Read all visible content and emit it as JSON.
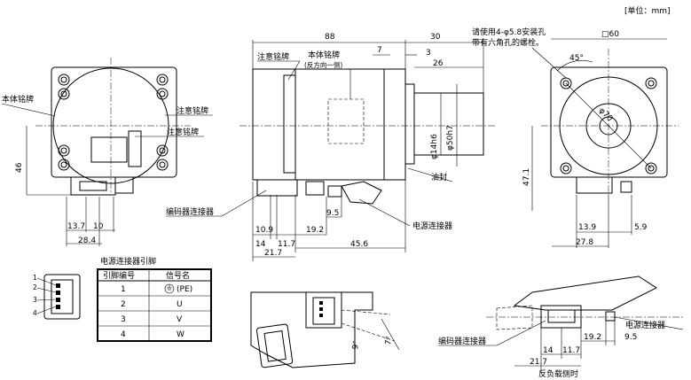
{
  "unit_note": "[单位：mm]",
  "front_view": {
    "labels": {
      "body_nameplate": "本体铭牌",
      "caution_plate_1": "注意铭牌",
      "caution_plate_2": "注意铭牌"
    },
    "dims": {
      "height": "46",
      "d1": "13.7",
      "d2": "10",
      "d3": "28.4"
    }
  },
  "side_view": {
    "labels": {
      "caution_plate": "注意铭牌",
      "body_nameplate": "本体铭牌",
      "opposite_side": "(反方向一侧)",
      "oil_seal": "油封",
      "encoder_connector": "编码器连接器",
      "power_connector": "电源连接器"
    },
    "dims": {
      "length": "88",
      "flange": "30",
      "d7": "7",
      "d3": "3",
      "shaft": "26",
      "dia_spigot": "φ50h7",
      "dia_shaft": "φ14h6",
      "b1": "10.9",
      "b2": "14",
      "b3": "11.7",
      "b4": "21.7",
      "c1": "9.5",
      "c2": "19.2",
      "c3": "45.6"
    }
  },
  "rear_view": {
    "note_line1": "请使用4-φ5.8安装孔",
    "note_line2": "带有六角孔的螺栓。",
    "dims": {
      "square": "□60",
      "angle": "45°",
      "pcd": "φ70",
      "h": "47.1",
      "r1": "13.9",
      "r2": "27.8",
      "r3": "5.9"
    }
  },
  "pin_table": {
    "title": "电源连接器引脚",
    "headers": [
      "引脚编号",
      "信号名"
    ],
    "rows": [
      {
        "pin": "1",
        "signal": "(PE)"
      },
      {
        "pin": "2",
        "signal": "U"
      },
      {
        "pin": "3",
        "signal": "V"
      },
      {
        "pin": "4",
        "signal": "W"
      }
    ],
    "connector_pins": [
      "1",
      "2",
      "3",
      "4"
    ]
  },
  "bottom_view": {
    "angles": {
      "a1": "9°",
      "a2": "7°"
    },
    "labels": {
      "encoder_connector": "编码器连接器",
      "power_connector": "电源连接器",
      "anti_load_side": "反负载侧时"
    },
    "dims": {
      "e1": "14",
      "e2": "11.7",
      "e3": "19.2",
      "e4": "9.5",
      "e5": "21.7"
    }
  }
}
